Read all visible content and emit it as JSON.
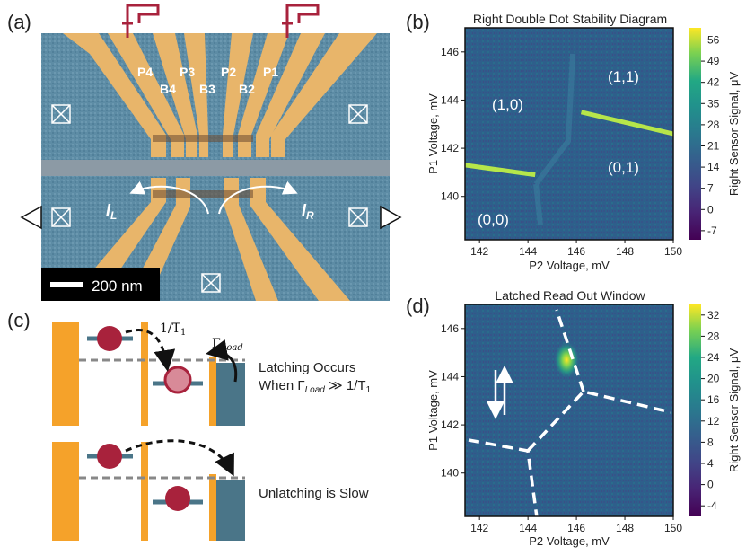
{
  "panel_labels": {
    "a": "(a)",
    "b": "(b)",
    "c": "(c)",
    "d": "(d)"
  },
  "sem": {
    "gates_top": [
      "P4",
      "P3",
      "P2",
      "P1"
    ],
    "gates_bottom": [
      "B4",
      "B3",
      "B2"
    ],
    "current_left": "I",
    "current_left_sub": "L",
    "current_right": "I",
    "current_right_sub": "R",
    "scale_bar": "200 nm"
  },
  "chart_data": [
    {
      "type": "heatmap",
      "title": "Right Double Dot Stability Diagram",
      "xlabel": "P2 Voltage, mV",
      "ylabel": "P1 Voltage, mV",
      "x_ticks": [
        "142",
        "144",
        "146",
        "148",
        "150"
      ],
      "y_ticks": [
        "140",
        "142",
        "144",
        "146"
      ],
      "xlim": [
        141.4,
        150
      ],
      "ylim": [
        138.2,
        147.0
      ],
      "colorbar_label": "Right Sensor Signal, μV",
      "colorbar_ticks": [
        "56",
        "49",
        "42",
        "35",
        "28",
        "21",
        "14",
        "7",
        "0",
        "-7"
      ],
      "colorbar_range": [
        -10,
        60
      ],
      "regions": [
        "(1,0)",
        "(1,1)",
        "(0,0)",
        "(0,1)"
      ],
      "transition_lines": [
        {
          "x": [
            141.4,
            144.3
          ],
          "y": [
            141.3,
            140.9
          ]
        },
        {
          "x": [
            146.2,
            150.0
          ],
          "y": [
            143.5,
            142.6
          ]
        }
      ]
    },
    {
      "type": "heatmap",
      "title": "Latched Read Out Window",
      "xlabel": "P2 Voltage, mV",
      "ylabel": "P1 Voltage, mV",
      "x_ticks": [
        "142",
        "144",
        "146",
        "148",
        "150"
      ],
      "y_ticks": [
        "140",
        "142",
        "144",
        "146"
      ],
      "xlim": [
        141.4,
        150
      ],
      "ylim": [
        138.2,
        147.0
      ],
      "colorbar_label": "Right Sensor Signal, μV",
      "colorbar_ticks": [
        "32",
        "28",
        "24",
        "20",
        "16",
        "12",
        "8",
        "4",
        "0",
        "-4"
      ],
      "colorbar_range": [
        -6,
        34
      ],
      "hotspot": {
        "x": 145.6,
        "y": 144.7
      }
    }
  ],
  "diagram": {
    "rate_t1": "1/T",
    "rate_t1_sub": "1",
    "rate_load": "Γ",
    "rate_load_sub": "Load",
    "latch_line1": "Latching Occurs",
    "latch_line2_prefix": "When Γ",
    "latch_line2_sub": "Load",
    "latch_line2_suffix": " ≫ 1/T",
    "latch_line2_sub2": "1",
    "unlatch": "Unlatching is Slow"
  },
  "colors": {
    "gate_gold": "#e8b56a",
    "substrate_blue": "#5f8fa8",
    "dot_red": "#a8223c",
    "barrier_orange": "#f5a22a",
    "reservoir_blue": "#4a7588"
  }
}
